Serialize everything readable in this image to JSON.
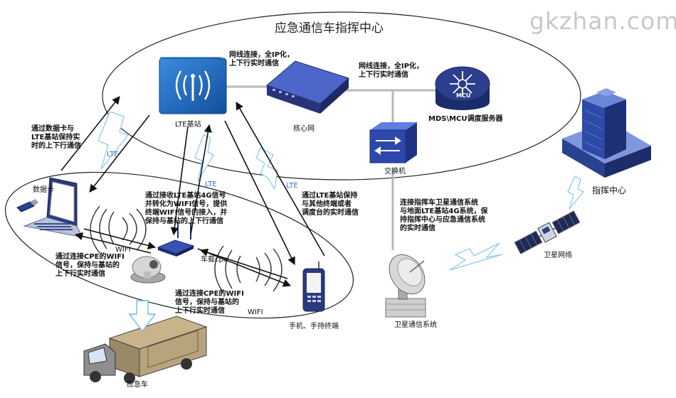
{
  "watermark": "gkzhan.com",
  "title": "应急通信车指挥中心",
  "labels": {
    "lte_station": "LTE基站",
    "core_net": "核心网",
    "mcu_server": "MDS\\MCU调度服务器",
    "mcu_badge": "MCU",
    "switch": "交换机",
    "command_center": "指挥中心",
    "satellite_net": "卫星网络",
    "satellite_system": "卫星通信系统",
    "data_card": "数据卡",
    "car_cpe": "车载cpe",
    "phone": "手机、手持终端",
    "emergency_car": "应急车",
    "wifi": "WIFI",
    "lte": "LTE"
  },
  "notes": {
    "net_left": "网线连接，全IP化，\n上下行实时通信",
    "net_right": "网线连接，全IP化，\n上下行实时通信",
    "data_card_note": "通过数据卡与\nLTE基站保持实\n时的上下行通信",
    "cpe_note": "通过接收LTE基站4G信号\n并转化为WIFI信号，提供\n终端WIFI信号的接入，并\n保持与基站的上下行通信",
    "laptop_wifi_note": "通过连接CPE的WIFI\n信号，保持与基站的\n上下行实时通信",
    "phone_wifi_note": "通过连接CPE的WIFI\n信号，保持与基站的\n上下行实时通信",
    "lte_keep_note": "通过LTE基站保持\n与其他终端或者\n调度台的实时通信",
    "satellite_note": "连接指挥车卫星通信系统\n与地面LTE基站4G系统，保\n持指挥中心与应急通信系统\n的实时通信"
  },
  "colors": {
    "lte_blue": "#1e63b8",
    "device_navy": "#2c3e8c",
    "lightning": "#9fd3f5",
    "link_gray": "#b8b8b8"
  }
}
